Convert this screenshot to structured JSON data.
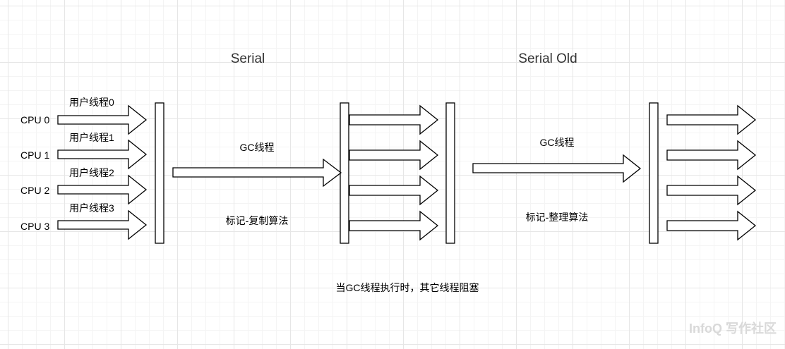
{
  "titles": {
    "serial": "Serial",
    "serial_old": "Serial Old"
  },
  "cpus": [
    {
      "cpu": "CPU 0",
      "thread": "用户线程0"
    },
    {
      "cpu": "CPU 1",
      "thread": "用户线程1"
    },
    {
      "cpu": "CPU 2",
      "thread": "用户线程2"
    },
    {
      "cpu": "CPU 3",
      "thread": "用户线程3"
    }
  ],
  "serial": {
    "gc_thread": "GC线程",
    "algorithm": "标记-复制算法"
  },
  "serial_old": {
    "gc_thread": "GC线程",
    "algorithm": "标记-整理算法"
  },
  "note": "当GC线程执行时，其它线程阻塞",
  "watermark": "InfoQ 写作社区"
}
